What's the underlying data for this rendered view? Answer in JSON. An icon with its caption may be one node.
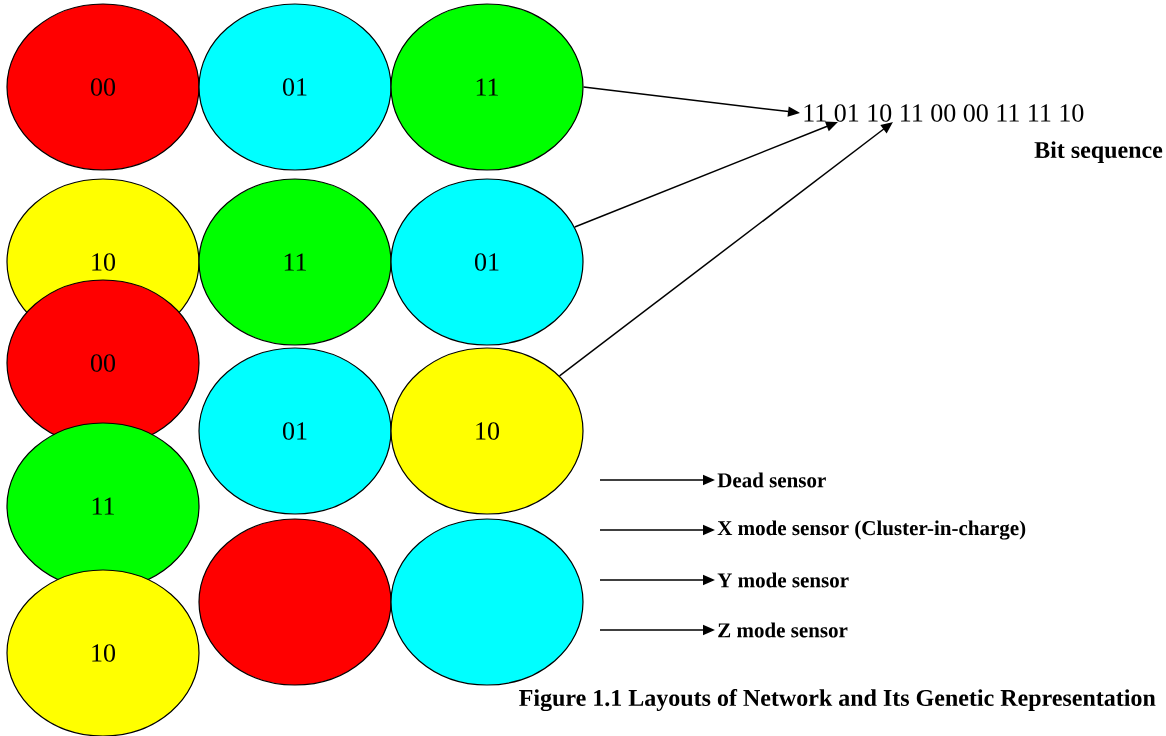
{
  "diagram": {
    "caption": "Figure 1.1 Layouts of Network and Its Genetic Representation",
    "nodes": [
      {
        "text": [
          "00"
        ]
      },
      {
        "text": [
          "01"
        ]
      },
      {
        "text": [
          "11"
        ]
      },
      {
        "text": [
          "10"
        ]
      },
      {
        "text": [
          "11"
        ]
      },
      {
        "text": [
          "01"
        ]
      },
      {
        "text": [
          "00"
        ]
      },
      {
        "text": [
          "01"
        ]
      },
      {
        "text": [
          "10"
        ]
      },
      {
        "text": [
          "11"
        ]
      },
      {
        "text": [],
        "shape": "ellipse"
      },
      {
        "text": [],
        "shape": "ellipse"
      },
      {
        "text": [
          "10"
        ]
      },
      {
        "text": [
          "11 01 10 11 00 00 11 11 10"
        ],
        "beside": [
          "Bit sequence"
        ]
      },
      {
        "text": [
          "Dead sensor"
        ]
      },
      {
        "text": [
          "X mode sensor (Cluster-in-charge)"
        ]
      },
      {
        "text": [
          "Y mode sensor"
        ]
      },
      {
        "text": [
          "Z mode sensor"
        ]
      }
    ],
    "edges": [
      {
        "from": 2,
        "to": 13,
        "arrow": "to"
      },
      {
        "from": 5,
        "to": 13,
        "arrow": "to"
      },
      {
        "from": 8,
        "to": 13,
        "arrow": "to"
      },
      {
        "from": null,
        "to": 14,
        "arrow": "to"
      },
      {
        "from": null,
        "to": 15,
        "arrow": "to"
      },
      {
        "from": null,
        "to": 16,
        "arrow": "to"
      },
      {
        "from": null,
        "to": 17,
        "arrow": "to"
      }
    ]
  }
}
